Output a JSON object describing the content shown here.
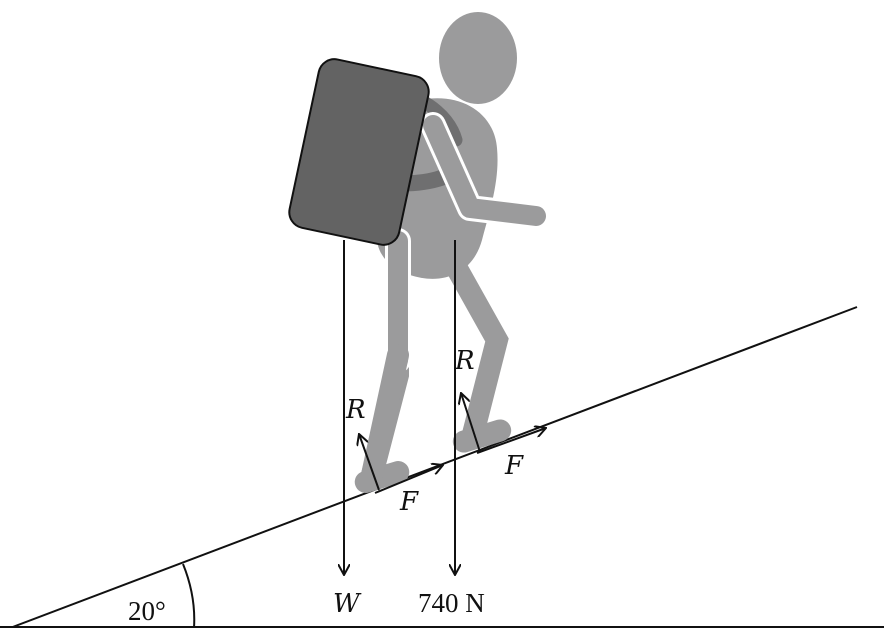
{
  "angle": {
    "label": "20°"
  },
  "weights": {
    "backpack": "W",
    "person": "740 N"
  },
  "reaction_labels": [
    "R",
    "R"
  ],
  "friction_labels": [
    "F",
    "F"
  ],
  "colors": {
    "body": "#9b9b9c",
    "backpack": "#636363",
    "strap": "#6f6f70",
    "outline": "#ffffff",
    "ink": "#111111"
  }
}
